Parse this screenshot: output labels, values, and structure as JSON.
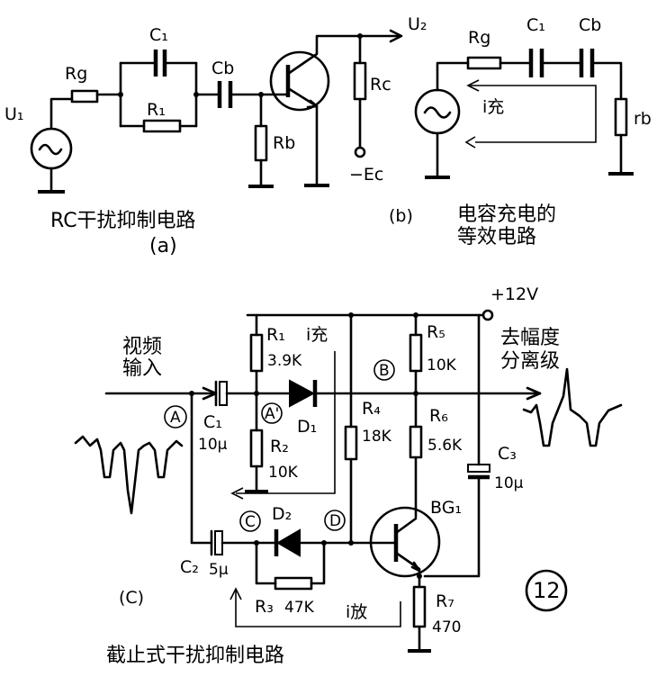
{
  "diagram_a": {
    "caption": "RC干扰抑制电路",
    "caption_sub": "(a)",
    "labels": {
      "u1": "U₁",
      "rg": "Rg",
      "c1": "C₁",
      "r1": "R₁",
      "cb": "Cb",
      "rb": "Rb",
      "rc": "Rc",
      "u2": "U₂",
      "ec": "−Ec"
    }
  },
  "diagram_b": {
    "caption_prefix": "(b)",
    "caption_line1": "电容充电的",
    "caption_line2": "等效电路",
    "labels": {
      "rg": "Rg",
      "c1": "C₁",
      "cb": "Cb",
      "rb": "rb",
      "ichong": "i充"
    }
  },
  "diagram_c": {
    "supply": "+12V",
    "video_in_line1": "视频",
    "video_in_line2": "输入",
    "to_stage_line1": "去幅度",
    "to_stage_line2": "分离级",
    "caption_prefix": "(C)",
    "caption": "截止式干扰抑制电路",
    "figure_number": "12",
    "nodes": {
      "a": "A",
      "a_prime": "A'",
      "b": "B",
      "c": "C",
      "d": "D"
    },
    "components": {
      "r1_name": "R₁",
      "r1_value": "3.9K",
      "r2_name": "R₂",
      "r2_value": "10K",
      "r3_name": "R₃",
      "r3_value": "47K",
      "r4_name": "R₄",
      "r4_value": "18K",
      "r5_name": "R₅",
      "r5_value": "10K",
      "r6_name": "R₆",
      "r6_value": "5.6K",
      "r7_name": "R₇",
      "r7_value": "470",
      "c1_name": "C₁",
      "c1_value": "10μ",
      "c2_name": "C₂",
      "c2_value": "5μ",
      "c3_name": "C₃",
      "c3_value": "10μ",
      "d1_name": "D₁",
      "d2_name": "D₂",
      "bg1_name": "BG₁"
    },
    "currents": {
      "ichong": "i充",
      "ifang": "i放"
    }
  }
}
